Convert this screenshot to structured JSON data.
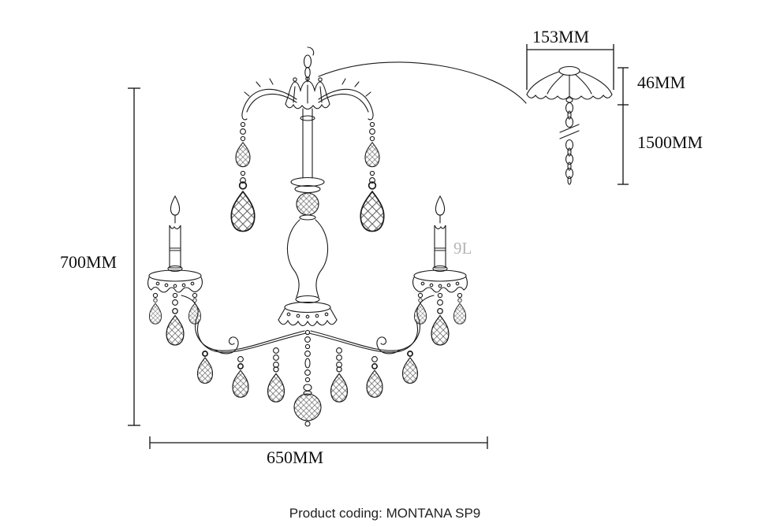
{
  "meta": {
    "background_color": "#ffffff",
    "line_color": "#1a1a1a",
    "muted_label_color": "#b5b5b5"
  },
  "diagram": {
    "type": "chandelier-technical-drawing",
    "dimensions": {
      "fixture_height": "700MM",
      "fixture_width": "650MM",
      "canopy_width": "153MM",
      "canopy_height": "46MM",
      "chain_length": "1500MM"
    },
    "lights_label": "9L",
    "caption": "Product coding: MONTANA SP9"
  }
}
